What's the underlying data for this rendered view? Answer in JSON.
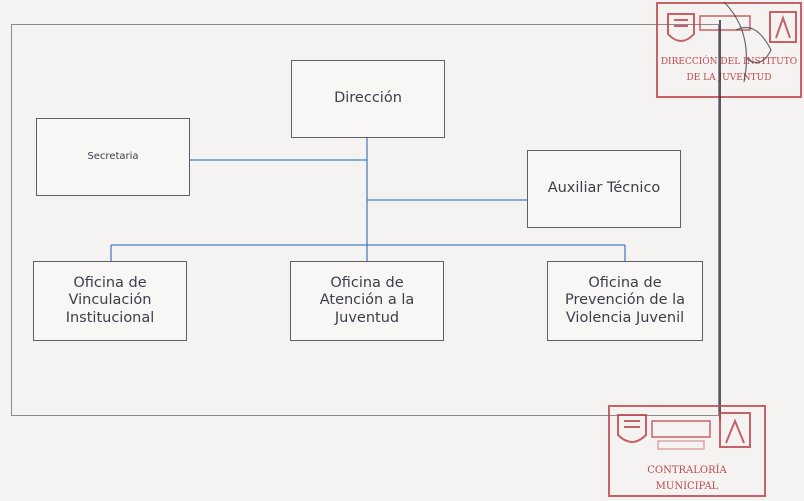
{
  "org_chart": {
    "nodes": [
      {
        "id": "direccion",
        "label": "Dirección"
      },
      {
        "id": "secretaria",
        "label": "Secretaria"
      },
      {
        "id": "auxiliar",
        "label": "Auxiliar Técnico"
      },
      {
        "id": "vinculacion",
        "label": "Oficina de\nVinculación\nInstitucional"
      },
      {
        "id": "atencion",
        "label": "Oficina de\nAtención a la\nJuventud"
      },
      {
        "id": "prevencion",
        "label": "Oficina de\nPrevención de la\nViolencia Juvenil"
      }
    ],
    "edges": [
      [
        "direccion",
        "secretaria"
      ],
      [
        "direccion",
        "auxiliar"
      ],
      [
        "direccion",
        "vinculacion"
      ],
      [
        "direccion",
        "atencion"
      ],
      [
        "direccion",
        "prevencion"
      ]
    ]
  },
  "stamps": {
    "top_right": {
      "line1": "DIRECCIÓN DEL INSTITUTO",
      "line2": "DE LA JUVENTUD",
      "color": "#c0484e"
    },
    "bottom_right": {
      "line1": "CONTRALORÍA",
      "line2": "MUNICIPAL",
      "color": "#c0484e"
    }
  },
  "colors": {
    "connector": "#4a7fc0",
    "box_border": "#5f5d66",
    "text": "#3e3d4a"
  }
}
